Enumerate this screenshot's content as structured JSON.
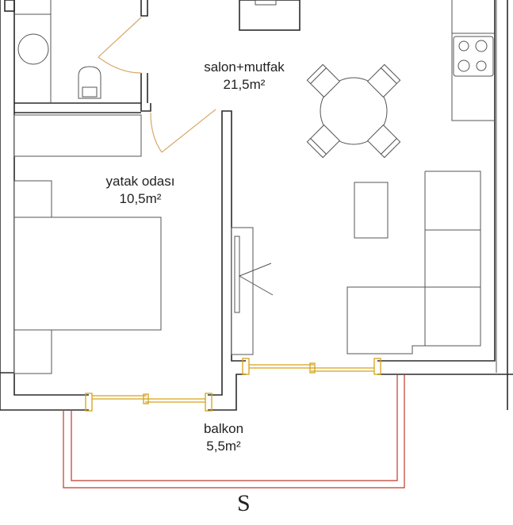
{
  "rooms": {
    "salon": {
      "name": "salon+mutfak",
      "area": "21,5m²"
    },
    "bedroom": {
      "name": "yatak odası",
      "area": "10,5m²"
    },
    "balcony": {
      "name": "balkon",
      "area": "5,5m²"
    }
  },
  "compass": {
    "label": "S"
  },
  "colors": {
    "wall": "#2b2b2b",
    "door": "#d7a86a",
    "window": "#d6a21a",
    "railing": "#c0392b"
  }
}
